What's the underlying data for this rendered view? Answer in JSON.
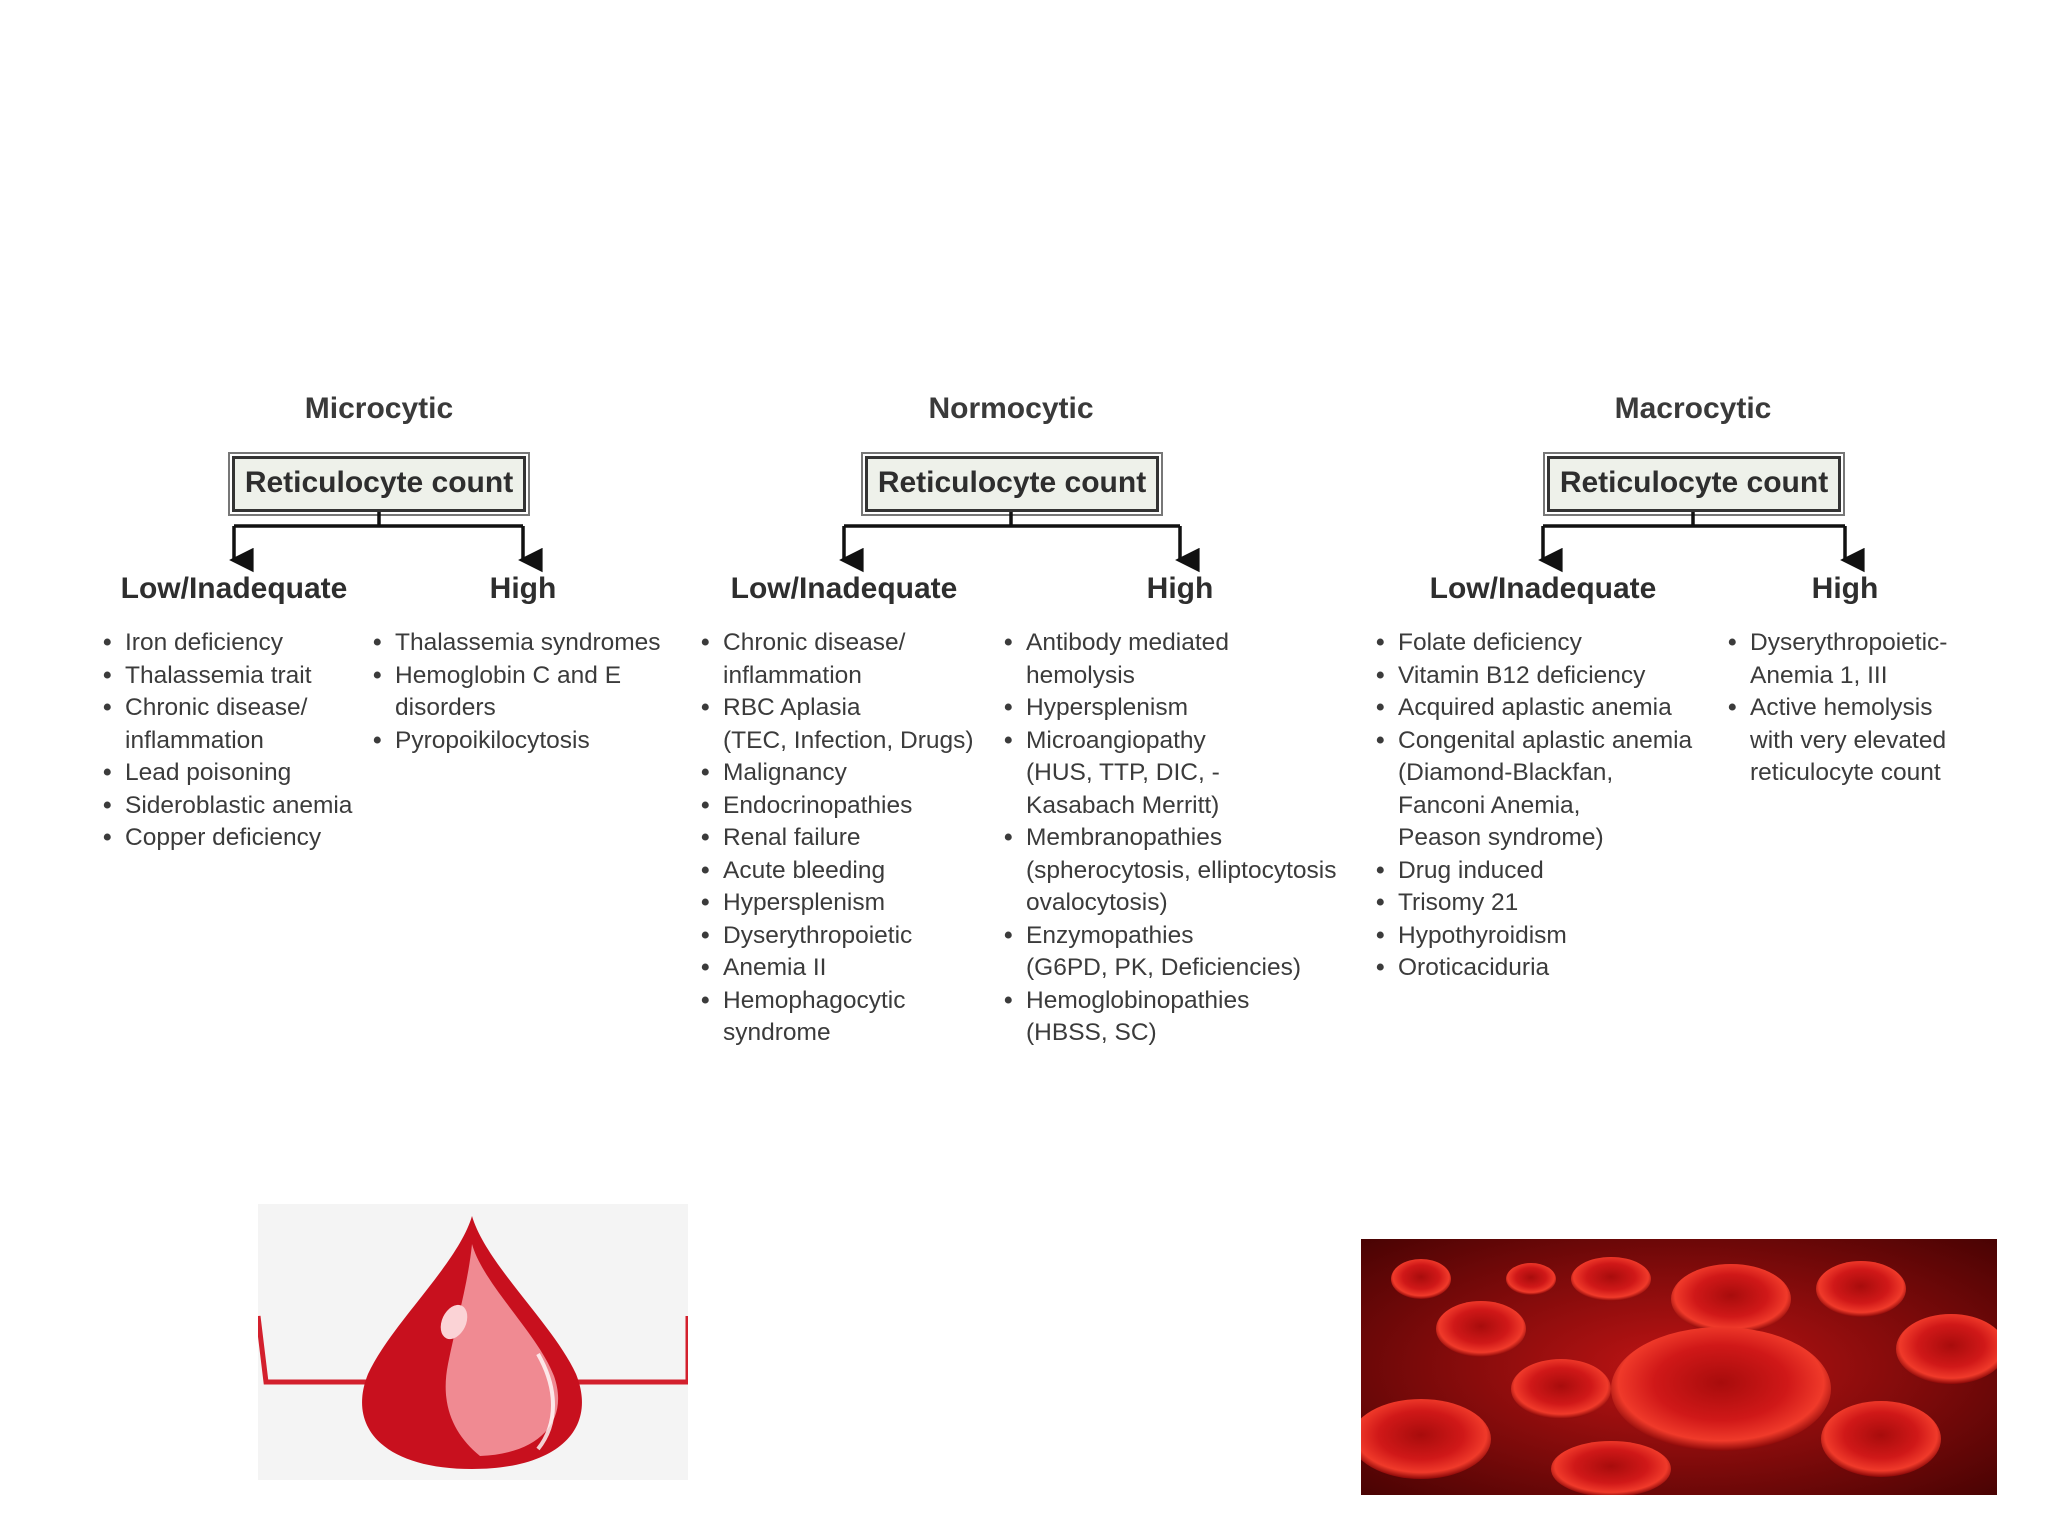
{
  "columns": [
    {
      "category": "Microcytic",
      "box_label": "Reticulocyte count",
      "low_label": "Low/Inadequate",
      "high_label": "High",
      "low_items": [
        [
          "Iron deficiency"
        ],
        [
          "Thalassemia trait"
        ],
        [
          "Chronic disease/",
          "inflammation"
        ],
        [
          "Lead poisoning"
        ],
        [
          "Sideroblastic anemia"
        ],
        [
          "Copper deficiency"
        ]
      ],
      "high_items": [
        [
          "Thalassemia syndromes"
        ],
        [
          "Hemoglobin C and E",
          "disorders"
        ],
        [
          "Pyropoikilocytosis"
        ]
      ]
    },
    {
      "category": "Normocytic",
      "box_label": "Reticulocyte count",
      "low_label": "Low/Inadequate",
      "high_label": "High",
      "low_items": [
        [
          "Chronic disease/",
          "inflammation"
        ],
        [
          "RBC Aplasia",
          "(TEC, Infection, Drugs)"
        ],
        [
          "Malignancy"
        ],
        [
          "Endocrinopathies"
        ],
        [
          "Renal failure"
        ],
        [
          "Acute bleeding"
        ],
        [
          "Hypersplenism"
        ],
        [
          "Dyserythropoietic"
        ],
        [
          "Anemia II"
        ],
        [
          "Hemophagocytic",
          "syndrome"
        ]
      ],
      "high_items": [
        [
          "Antibody mediated",
          "hemolysis"
        ],
        [
          "Hypersplenism"
        ],
        [
          "Microangiopathy",
          "(HUS, TTP, DIC, -",
          "Kasabach Merritt)"
        ],
        [
          "Membranopathies",
          "(spherocytosis, elliptocytosis",
          "ovalocytosis)"
        ],
        [
          "Enzymopathies",
          "(G6PD, PK, Deficiencies)"
        ],
        [
          "Hemoglobinopathies",
          "(HBSS, SC)"
        ]
      ]
    },
    {
      "category": "Macrocytic",
      "box_label": "Reticulocyte count",
      "low_label": "Low/Inadequate",
      "high_label": "High",
      "low_items": [
        [
          "Folate deficiency"
        ],
        [
          "Vitamin B12 deficiency"
        ],
        [
          "Acquired aplastic anemia"
        ],
        [
          "Congenital aplastic anemia",
          "(Diamond-Blackfan,",
          "Fanconi Anemia,",
          "Peason syndrome)"
        ],
        [
          "Drug induced"
        ],
        [
          "Trisomy 21"
        ],
        [
          "Hypothyroidism"
        ],
        [
          "Oroticaciduria"
        ]
      ],
      "high_items": [
        [
          "Dyserythropoietic-",
          "Anemia 1, III"
        ],
        [
          "Active hemolysis",
          "with very elevated",
          "reticulocyte count"
        ]
      ]
    }
  ],
  "bullet": "•",
  "colors": {
    "text": "#3b3b3b",
    "box_fill": "#eef1ea",
    "blood_red": "#c8101e",
    "drop_light": "#f08a92"
  }
}
